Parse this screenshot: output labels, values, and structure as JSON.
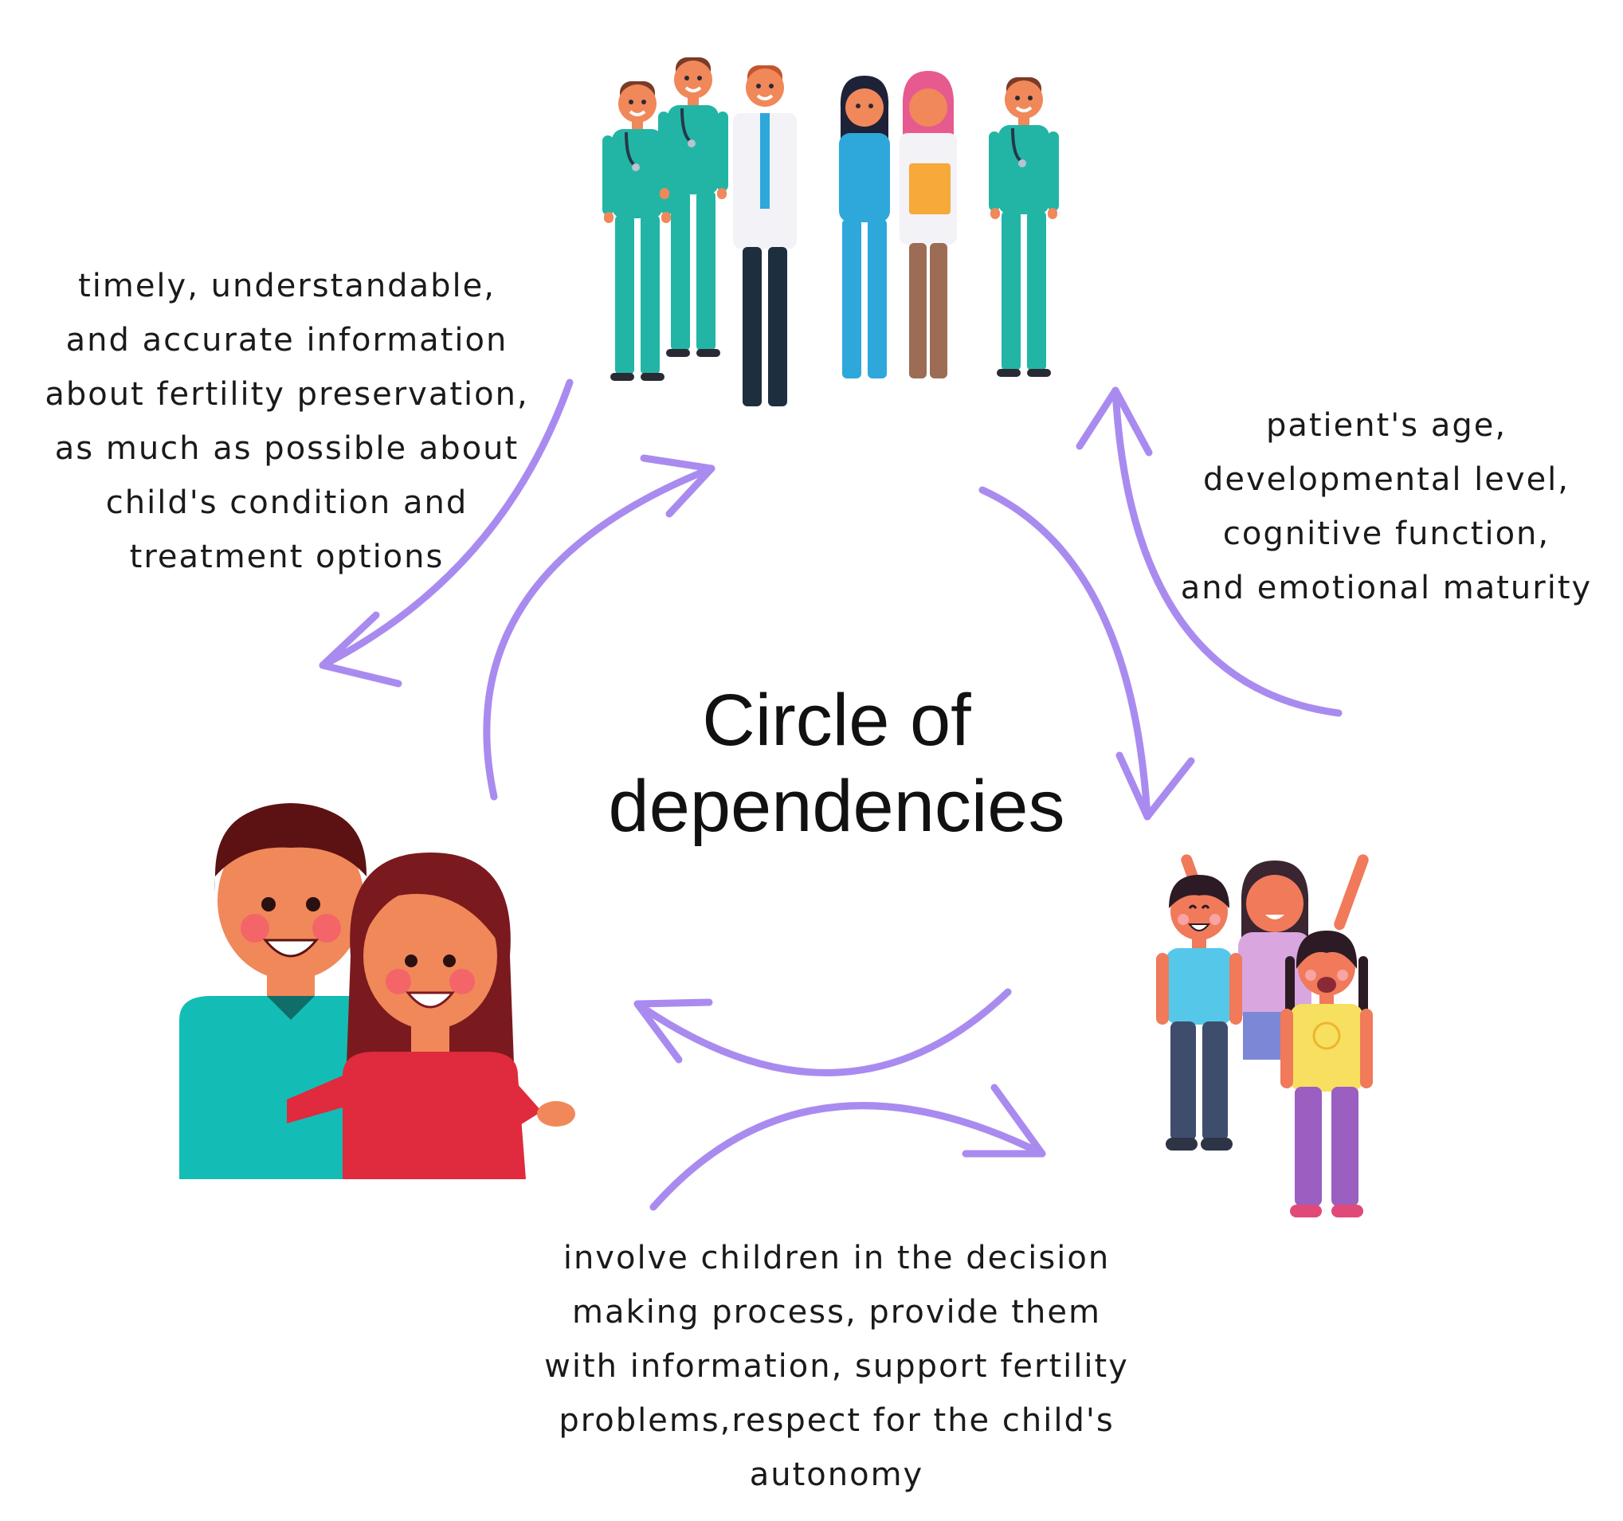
{
  "title_lines": [
    "Circle of",
    "dependencies"
  ],
  "labels": {
    "doctors_to_parents": [
      "timely, understandable,",
      "and accurate information",
      "about fertility preservation,",
      "as much as possible about",
      "child's condition and",
      "treatment options"
    ],
    "children_to_doctors": [
      "patient's age,",
      "developmental level,",
      "cognitive function,",
      "and emotional maturity"
    ],
    "parents_to_children": [
      "involve children in the decision",
      "making process, provide them",
      "with information, support fertility",
      "problems,respect for the child's",
      "autonomy"
    ]
  },
  "groups": {
    "medical_staff": "medical-staff-illustration",
    "parents": "parents-illustration",
    "children": "children-illustration"
  },
  "colors": {
    "arrow": "#A98BF0",
    "teal_scrubs": "#22B5A5",
    "blue_scrubs": "#2EA8DA",
    "parent_shirt": "#13BDB5",
    "mother_top": "#E02A3D",
    "skin": "#F0885A"
  }
}
